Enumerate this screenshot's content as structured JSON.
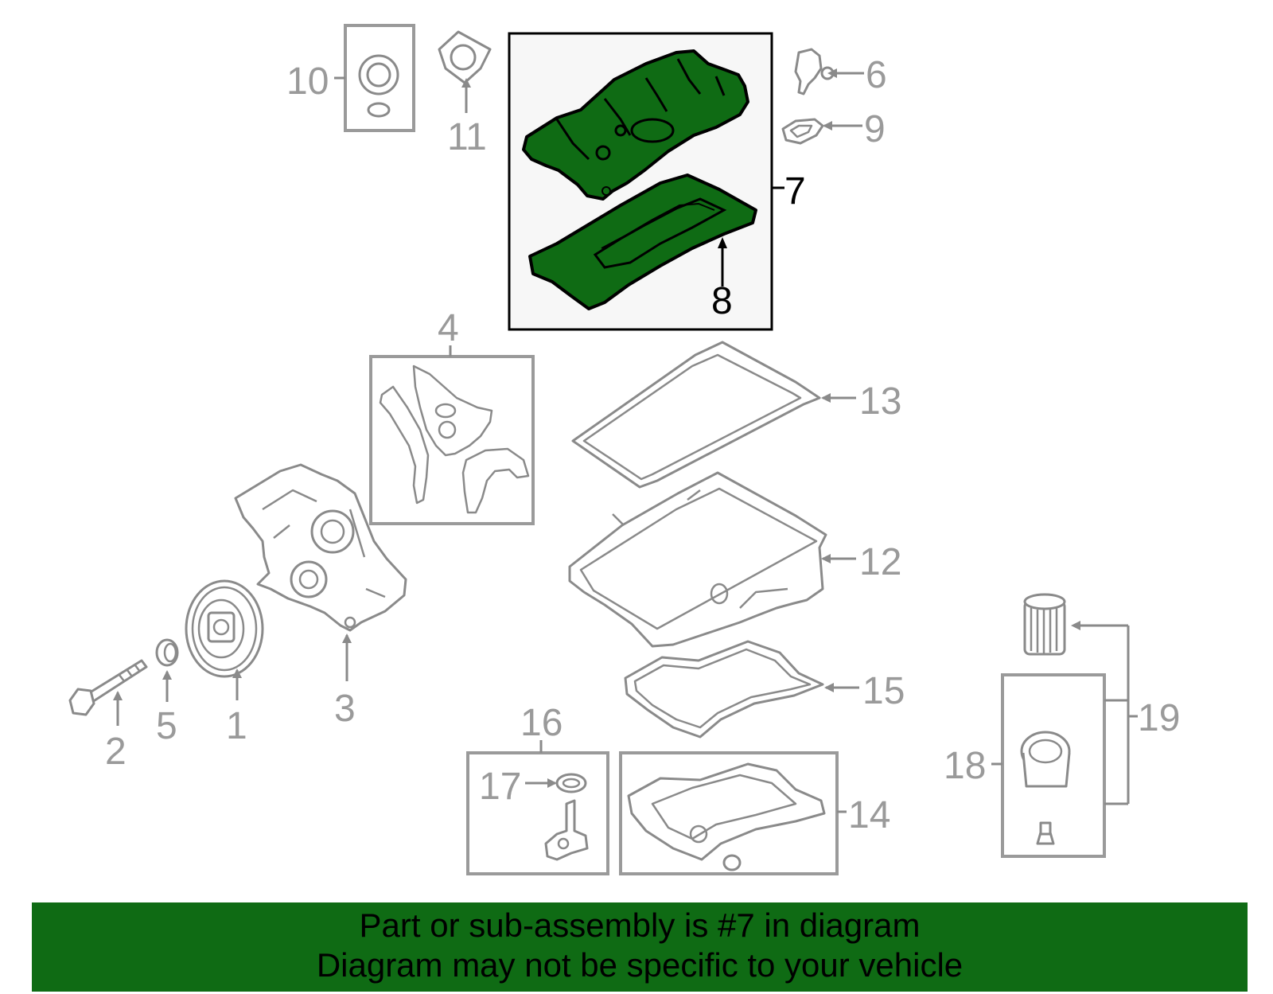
{
  "callouts": {
    "c1": "1",
    "c2": "2",
    "c3": "3",
    "c4": "4",
    "c5": "5",
    "c6": "6",
    "c7": "7",
    "c8": "8",
    "c9": "9",
    "c10": "10",
    "c11": "11",
    "c12": "12",
    "c13": "13",
    "c14": "14",
    "c15": "15",
    "c16": "16",
    "c17": "17",
    "c18": "18",
    "c19": "19"
  },
  "highlight": {
    "part_number": "7",
    "color": "#0f6b14"
  },
  "banner": {
    "line1": "Part or sub-assembly is #7 in diagram",
    "line2": "Diagram may not be specific to your vehicle"
  }
}
